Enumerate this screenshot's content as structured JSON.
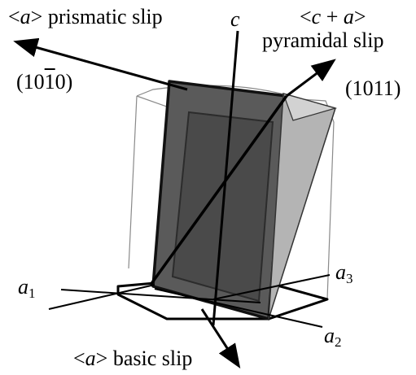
{
  "labels": {
    "prismatic_slip": {
      "open": "<",
      "var": "a",
      "close": ">",
      "text": " prismatic slip"
    },
    "c_axis": "c",
    "pyramidal_slip": {
      "line1_open": "<",
      "line1_c": "c",
      "line1_plus": " + ",
      "line1_a": "a",
      "line1_close": ">",
      "line2": "pyramidal slip"
    },
    "plane_prismatic": {
      "open": "(",
      "d1": "1",
      "d2": "0",
      "d3": "1",
      "d4": "0",
      "close": ")"
    },
    "plane_pyramidal": "(1011)",
    "a1": {
      "var": "a",
      "sub": "1"
    },
    "a2": {
      "var": "a",
      "sub": "2"
    },
    "a3": {
      "var": "a",
      "sub": "3"
    },
    "basic_slip": {
      "open": "<",
      "var": "a",
      "close": ">",
      "text": " basic slip"
    }
  },
  "colors": {
    "prismatic_plane_fill": "#5a5a5a",
    "prismatic_plane_inner": "#4a4a4a",
    "pyramidal_plane_fill": "#b4b4b4",
    "pyramidal_plane_side": "#d2d2d2",
    "outline": "#000000",
    "cell_edges": "#8a8a8a"
  }
}
